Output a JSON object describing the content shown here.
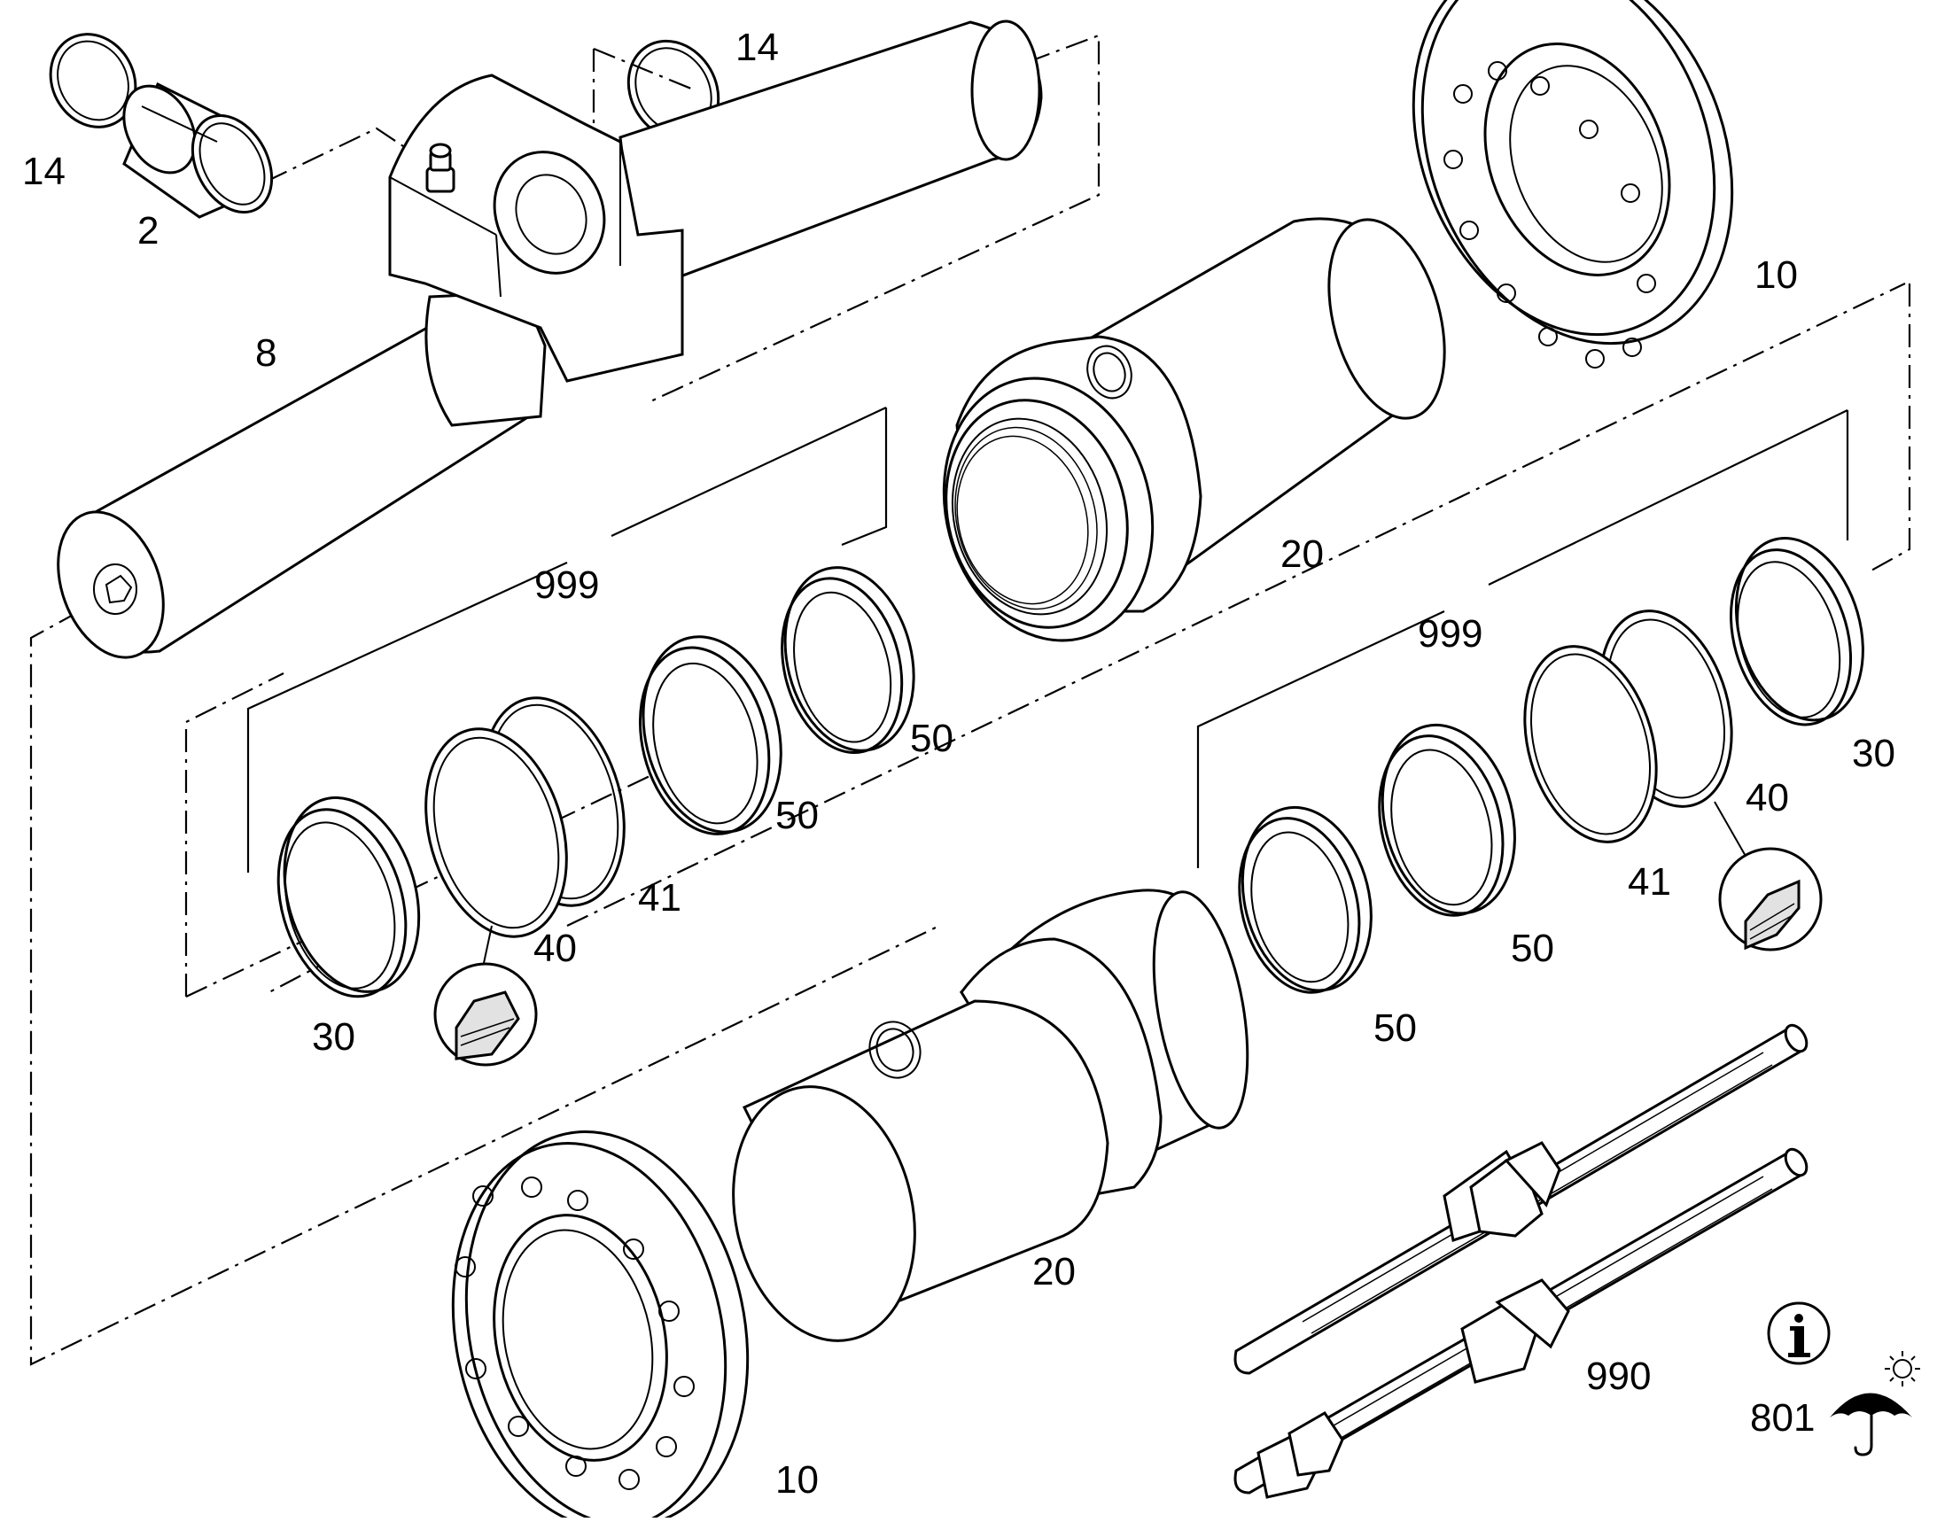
{
  "diagram": {
    "callouts": {
      "seal_14_left": "14",
      "seal_14_right": "14",
      "bushing_2": "2",
      "piston_rod_8": "8",
      "flange_10_top": "10",
      "flange_10_bottom": "10",
      "guide_20_top": "20",
      "guide_20_bottom": "20",
      "kit_999_left": "999",
      "kit_999_right": "999",
      "wiper_30_left": "30",
      "wiper_30_right": "30",
      "ring_40_left": "40",
      "ring_40_right": "40",
      "ring_41_left": "41",
      "ring_41_right": "41",
      "ring_50_a": "50",
      "ring_50_b": "50",
      "ring_50_c": "50",
      "ring_50_d": "50",
      "tierod_990": "990",
      "note_801": "801"
    },
    "symbols": [
      "info-icon",
      "umbrella-icon",
      "sun-icon"
    ]
  }
}
